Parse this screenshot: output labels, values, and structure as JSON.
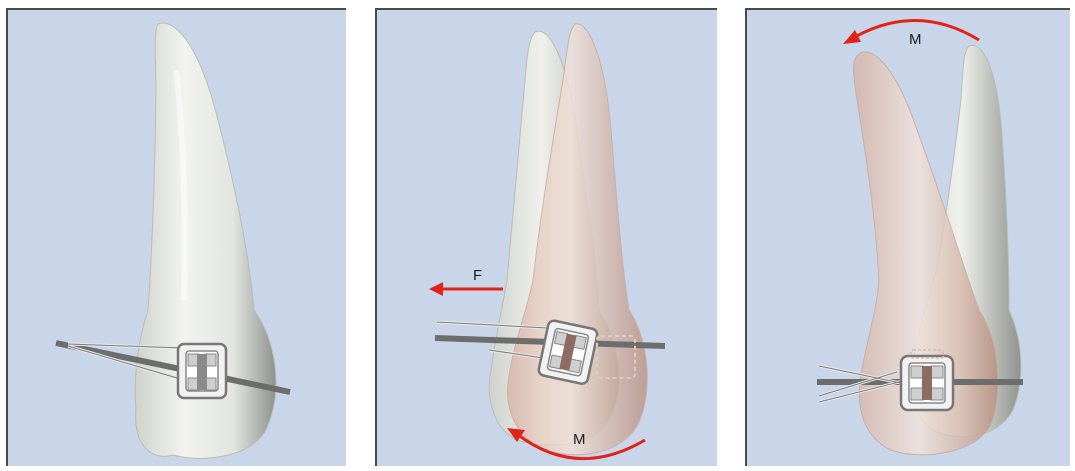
{
  "panels": [
    {
      "id": "initial",
      "labels": {}
    },
    {
      "id": "force-applied",
      "labels": {
        "force": "F",
        "moment": "M"
      }
    },
    {
      "id": "moment-applied",
      "labels": {
        "moment": "M"
      }
    }
  ],
  "colors": {
    "background": "#c9d6e9",
    "arrow": "#e2231a",
    "tooth_gray": "#e4e7e2",
    "tooth_pink": "#e8cfc4",
    "wire": "#6d6d6d"
  }
}
